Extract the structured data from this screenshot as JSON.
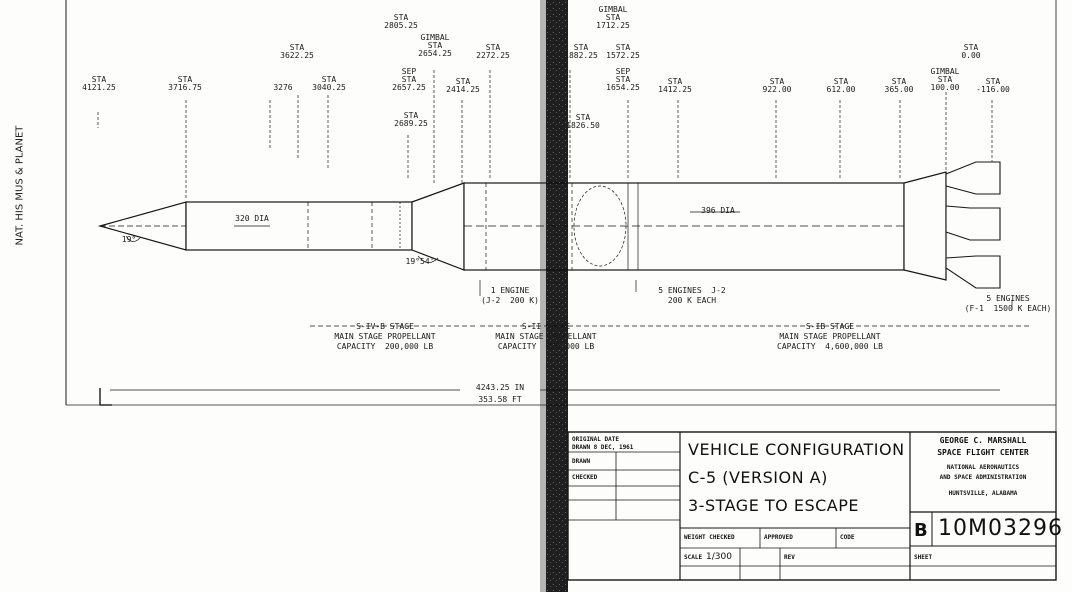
{
  "side_label": "NAT. HIS MUS & PLANET",
  "stations": [
    {
      "id": "sta-4121",
      "label": "STA\n4121.25"
    },
    {
      "id": "sta-3716",
      "label": "STA\n3716.75"
    },
    {
      "id": "sta-3622",
      "label": "STA\n3622.25"
    },
    {
      "id": "sta-3276",
      "label": "3276"
    },
    {
      "id": "sta-3040",
      "label": "STA\n3040.25"
    },
    {
      "id": "sta-2805",
      "label": "STA\n2805.25"
    },
    {
      "id": "sta-2654",
      "label": "GIMBAL\nSTA\n2654.25"
    },
    {
      "id": "sta-2657",
      "label": "SEP\nSTA\n2657.25"
    },
    {
      "id": "sta-2689",
      "label": "STA\n2689.25"
    },
    {
      "id": "sta-2414",
      "label": "STA\n2414.25"
    },
    {
      "id": "sta-2272",
      "label": "STA\n2272.25"
    },
    {
      "id": "sta-1712",
      "label": "GIMBAL\nSTA\n1712.25"
    },
    {
      "id": "sta-1882",
      "label": "STA\n1882.25"
    },
    {
      "id": "sta-1572",
      "label": "STA\n1572.25"
    },
    {
      "id": "sta-1654",
      "label": "SEP\nSTA\n1654.25"
    },
    {
      "id": "sta-1826",
      "label": "STA\n1826.50"
    },
    {
      "id": "sta-1412",
      "label": "STA\n1412.25"
    },
    {
      "id": "sta-922",
      "label": "STA\n922.00"
    },
    {
      "id": "sta-612",
      "label": "STA\n612.00"
    },
    {
      "id": "sta-365",
      "label": "STA\n365.00"
    },
    {
      "id": "sta-100",
      "label": "GIMBAL\nSTA\n100.00"
    },
    {
      "id": "sta-000",
      "label": "STA\n0.00"
    },
    {
      "id": "sta-116",
      "label": "STA\n-116.00"
    }
  ],
  "dims": {
    "dia_upper": "320 DIA",
    "dia_lower": "396 DIA",
    "angle_nose": "19°",
    "angle_adapter": "19°54'"
  },
  "engine_notes": {
    "third": "1 ENGINE\n(J-2  200 K)",
    "second": "5 ENGINES  J-2\n200 K EACH",
    "first": "5 ENGINES\n(F-1  1500 K EACH)"
  },
  "stage_notes": {
    "third": "S-IV-B STAGE\nMAIN STAGE PROPELLANT\nCAPACITY  200,000 LB",
    "second": "S-II STAGE\nMAIN STAGE PROPELLANT\nCAPACITY  920,000 LB",
    "first": "S-IB STAGE\nMAIN STAGE PROPELLANT\nCAPACITY  4,600,000 LB"
  },
  "overall_length": {
    "inches": "4243.25 IN",
    "feet": "353.58 FT"
  },
  "title_block": {
    "original_date_label": "ORIGINAL DATE",
    "drawn_date": "DRAWN  8 DEC, 1961",
    "title_lines": [
      "VEHICLE   CONFIGURATION",
      "C-5    (VERSION A)",
      "3-STAGE  TO  ESCAPE"
    ],
    "org_lines": [
      "GEORGE C. MARSHALL",
      "SPACE FLIGHT CENTER",
      "NATIONAL AERONAUTICS",
      "AND SPACE ADMINISTRATION",
      "HUNTSVILLE, ALABAMA"
    ],
    "size_letter": "B",
    "drawing_number": "10M03296",
    "scale_label": "SCALE",
    "scale_value": "1/300",
    "cells": [
      "DRAWN",
      "CHECKED",
      "APPROVED",
      "WEIGHT CHECKED",
      "CODE",
      "REV",
      "SHEET"
    ]
  },
  "colors": {
    "ink": "#161616",
    "paper": "#fdfdfb",
    "scan_band": "#0c0c0c"
  }
}
